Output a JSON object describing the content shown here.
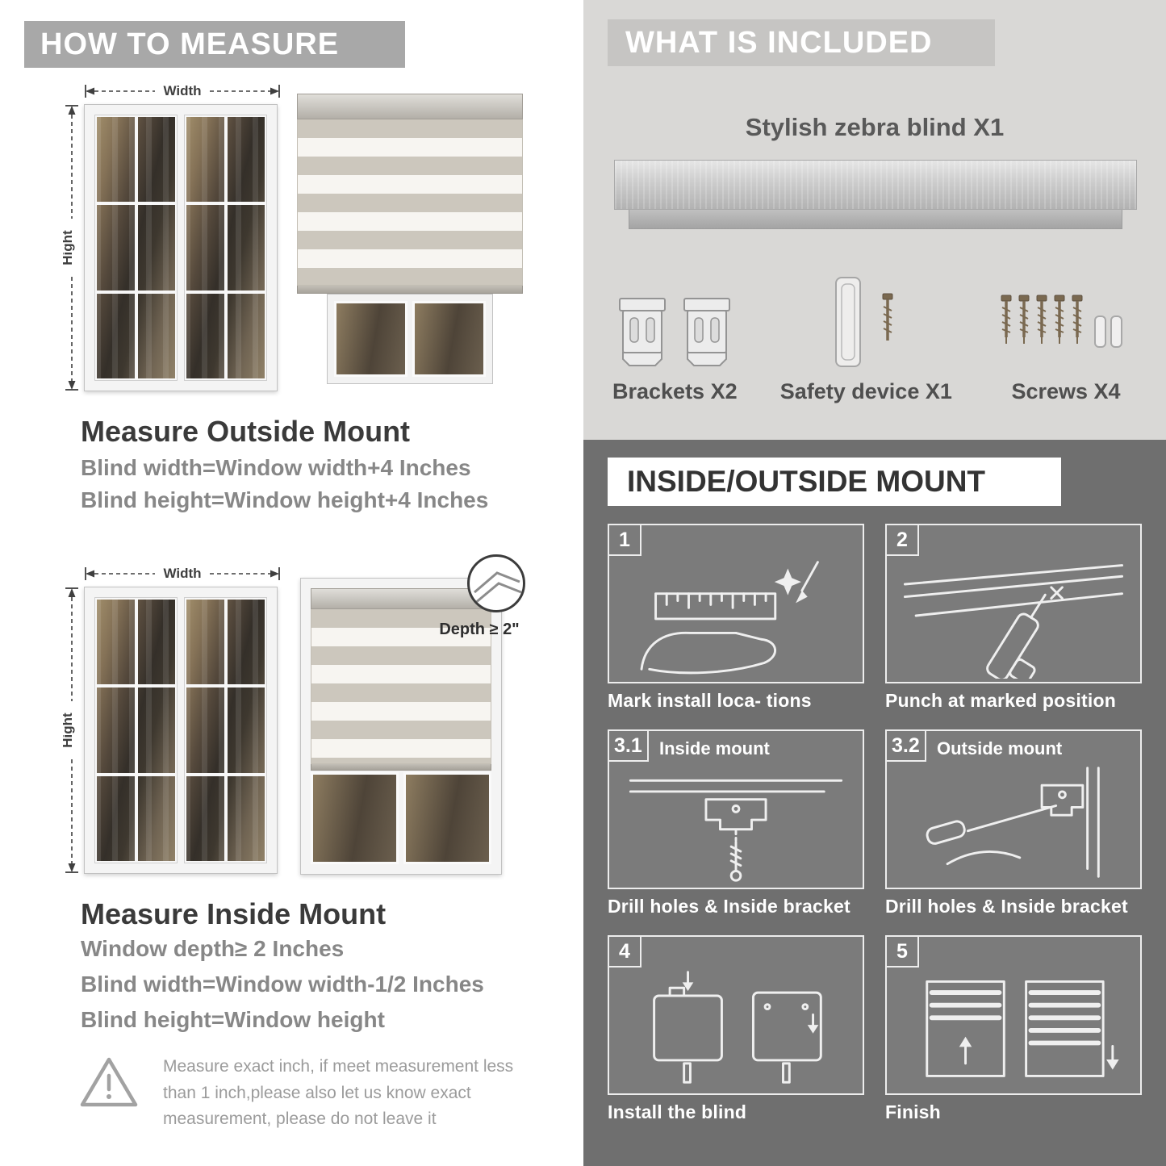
{
  "colors": {
    "header_gray": "#a8a8a8",
    "included_bg": "#d9d8d6",
    "mount_bg": "#6f6f6f",
    "text_dark": "#3a3a3a",
    "text_gray": "#878787"
  },
  "left": {
    "header": "HOW TO MEASURE",
    "outside": {
      "width_label": "Width",
      "height_label": "Hight",
      "title": "Measure Outside Mount",
      "line1": "Blind width=Window width+4 Inches",
      "line2": "Blind height=Window height+4 Inches"
    },
    "inside": {
      "width_label": "Width",
      "height_label": "Hight",
      "depth_label": "Depth ≥ 2\"",
      "title": "Measure Inside Mount",
      "line1": "Window depth≥ 2 Inches",
      "line2": "Blind width=Window width-1/2 Inches",
      "line3": "Blind height=Window height"
    },
    "warning_icon": "warning-triangle",
    "warning": "Measure exact inch, if meet measurement less than 1 inch,please also let us know exact measurement, please do not leave it"
  },
  "right": {
    "included": {
      "header": "WHAT IS INCLUDED",
      "product": "Stylish zebra blind X1",
      "items": [
        {
          "icon": "brackets-icon",
          "label": "Brackets X2"
        },
        {
          "icon": "safety-device-icon",
          "label": "Safety device X1"
        },
        {
          "icon": "screws-icon",
          "label": "Screws X4"
        }
      ]
    },
    "mount": {
      "header": "INSIDE/OUTSIDE MOUNT",
      "steps": [
        {
          "num": "1",
          "caption": "Mark install loca- tions"
        },
        {
          "num": "2",
          "caption": "Punch at  marked position"
        },
        {
          "num": "3.1",
          "inner_label": "Inside mount",
          "caption": "Drill holes &  Inside bracket"
        },
        {
          "num": "3.2",
          "inner_label": "Outside mount",
          "caption": "Drill holes &  Inside bracket"
        },
        {
          "num": "4",
          "caption": "Install the blind"
        },
        {
          "num": "5",
          "caption": "Finish"
        }
      ]
    }
  }
}
